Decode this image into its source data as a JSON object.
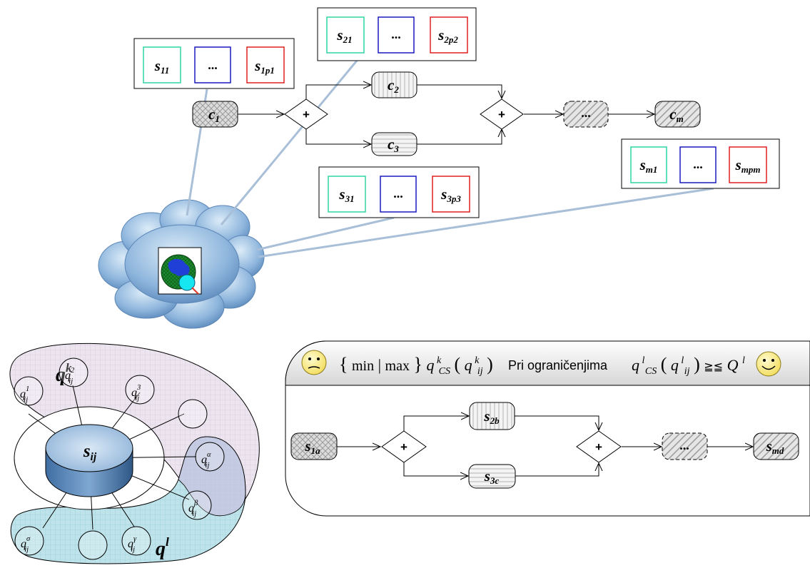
{
  "plus": "+",
  "top_groups": [
    {
      "id": "g1",
      "items": [
        {
          "base": "s",
          "sub": "11"
        },
        {
          "base": "...",
          "sub": ""
        },
        {
          "base": "s",
          "sub": "1p1"
        }
      ]
    },
    {
      "id": "g2",
      "items": [
        {
          "base": "s",
          "sub": "21"
        },
        {
          "base": "...",
          "sub": ""
        },
        {
          "base": "s",
          "sub": "2p2"
        }
      ]
    },
    {
      "id": "g3",
      "items": [
        {
          "base": "s",
          "sub": "31"
        },
        {
          "base": "...",
          "sub": ""
        },
        {
          "base": "s",
          "sub": "3p3"
        }
      ]
    },
    {
      "id": "gm",
      "items": [
        {
          "base": "s",
          "sub": "m1"
        },
        {
          "base": "...",
          "sub": ""
        },
        {
          "base": "s",
          "sub": "mpm"
        }
      ]
    }
  ],
  "top_flow": {
    "c1": {
      "base": "c",
      "sub": "1"
    },
    "c2": {
      "base": "c",
      "sub": "2"
    },
    "c3": {
      "base": "c",
      "sub": "3"
    },
    "dots": "...",
    "cm": {
      "base": "c",
      "sub": "m"
    }
  },
  "service": {
    "label": {
      "base": "s",
      "sub": "ij"
    },
    "q_k": {
      "base": "q",
      "sup": "k"
    },
    "q_l": {
      "base": "q",
      "sup": "l"
    },
    "qos": [
      {
        "id": "q1",
        "sup": "1"
      },
      {
        "id": "q2",
        "sup": "2"
      },
      {
        "id": "q3",
        "sup": "3"
      },
      {
        "id": "qalpha",
        "sup": "α"
      },
      {
        "id": "qbeta",
        "sup": "β"
      },
      {
        "id": "qgamma",
        "sup": "γ"
      },
      {
        "id": "qsigma",
        "sup": "σ"
      }
    ]
  },
  "panel": {
    "brace_open": "{",
    "min": "min",
    "bar": "|",
    "max": "max",
    "brace_close": "}",
    "objective": {
      "base": "q",
      "sup": "k",
      "sub": "CS",
      "arg_base": "q",
      "arg_sup": "k",
      "arg_sub": "ij"
    },
    "constraint_text": "Pri ograničenjima",
    "constraint": {
      "base": "q",
      "sup": "l",
      "sub": "CS",
      "arg_base": "q",
      "arg_sup": "l",
      "arg_sub": "ij",
      "relation": "≧≦",
      "bound_base": "Q",
      "bound_sup": "l"
    },
    "flow": {
      "s1a": {
        "base": "s",
        "sub": "1a"
      },
      "s2b": {
        "base": "s",
        "sub": "2b"
      },
      "s3c": {
        "base": "s",
        "sub": "3c"
      },
      "dots": "...",
      "smd": {
        "base": "s",
        "sub": "md"
      }
    }
  }
}
